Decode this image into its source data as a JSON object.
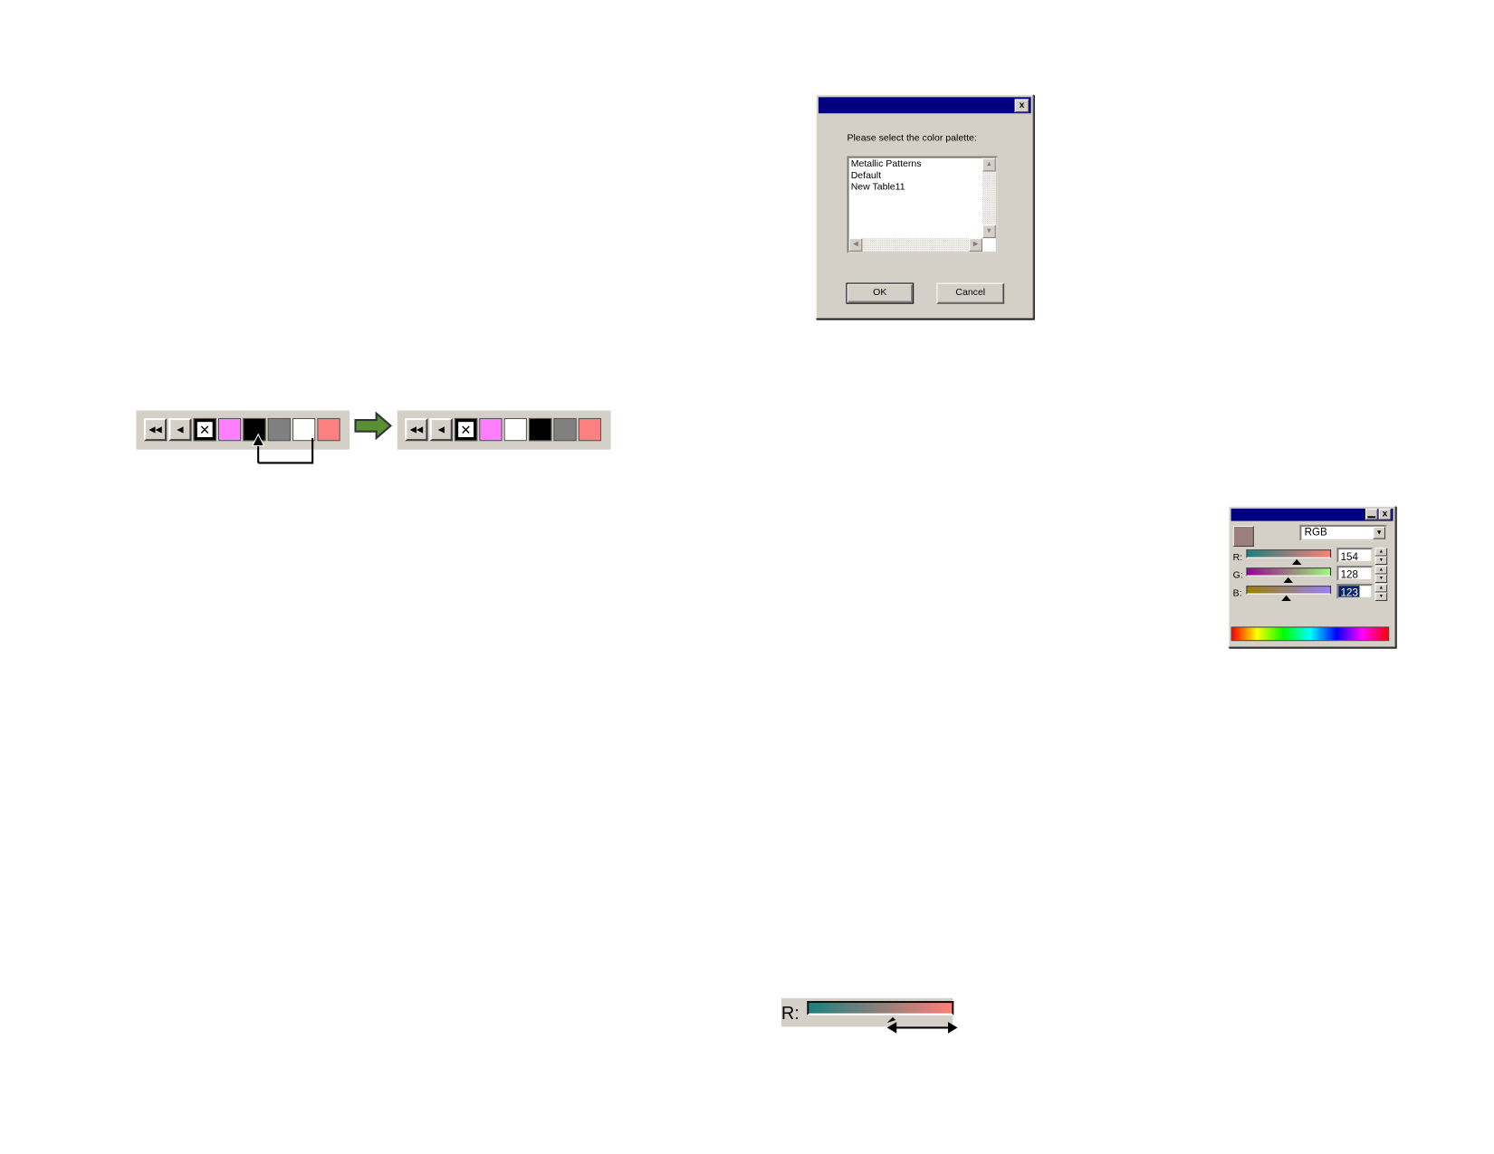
{
  "palette_dialog": {
    "title": "",
    "prompt": "Please select the color palette:",
    "palettes": [
      "Metallic Patterns",
      "Default",
      "New Table11"
    ],
    "ok_label": "OK",
    "cancel_label": "Cancel",
    "close_glyph": "x"
  },
  "swatch_strip_before": {
    "nav_glyphs": [
      "◀◀",
      "◀"
    ],
    "none_glyph": "✕",
    "colors": [
      "#ff80ff",
      "#000000",
      "#808080",
      "#ffffff",
      "#ff8080"
    ]
  },
  "swatch_strip_after": {
    "nav_glyphs": [
      "◀◀",
      "◀"
    ],
    "none_glyph": "✕",
    "colors": [
      "#ff80ff",
      "#ffffff",
      "#000000",
      "#808080",
      "#ff8080"
    ]
  },
  "color_mixer": {
    "mode": "RGB",
    "current_color": "#9a807b",
    "channels": [
      {
        "label": "R:",
        "value": "154",
        "fraction": 0.604
      },
      {
        "label": "G:",
        "value": "128",
        "fraction": 0.502
      },
      {
        "label": "B:",
        "value": "123",
        "fraction": 0.482
      }
    ],
    "minimize_glyph": "▁",
    "close_glyph": "x"
  },
  "slider_detail": {
    "label": "R:"
  }
}
